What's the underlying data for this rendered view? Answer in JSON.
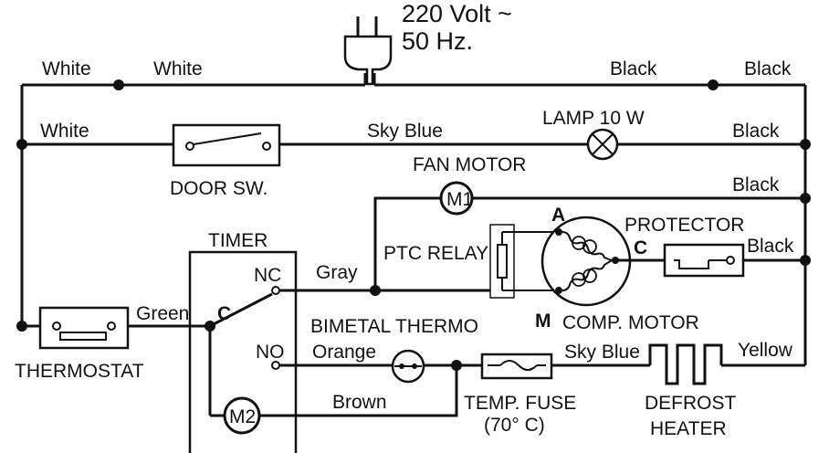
{
  "power": {
    "voltage": "220 Volt ~",
    "frequency": "50 Hz."
  },
  "wire_labels": {
    "white_top_left": "White",
    "white_top_mid": "White",
    "white_lamp_line": "White",
    "black_top_mid": "Black",
    "black_top_right": "Black",
    "black_lamp": "Black",
    "black_fan": "Black",
    "black_protector": "Black",
    "sky_blue_lamp": "Sky  Blue",
    "gray": "Gray",
    "green": "Green",
    "orange": "Orange",
    "brown": "Brown",
    "sky_blue_heater": "Sky Blue",
    "yellow": "Yellow"
  },
  "components": {
    "door_switch": "DOOR SW.",
    "lamp": "LAMP 10 W",
    "fan_motor": "FAN MOTOR",
    "fan_motor_symbol": "M1",
    "protector": "PROTECTOR",
    "ptc_relay": "PTC RELAY",
    "timer": "TIMER",
    "timer_motor_symbol": "M2",
    "thermostat": "THERMOSTAT",
    "bimetal_thermo": "BIMETAL THERMO",
    "comp_motor": "COMP. MOTOR",
    "temp_fuse_line1": "TEMP. FUSE",
    "temp_fuse_line2": "(70° C)",
    "defrost_heater_line1": "DEFROST",
    "defrost_heater_line2": "HEATER"
  },
  "terminals": {
    "nc": "NC",
    "c_timer": "C",
    "no": "NO",
    "a": "A",
    "c_comp": "C",
    "m": "M"
  }
}
